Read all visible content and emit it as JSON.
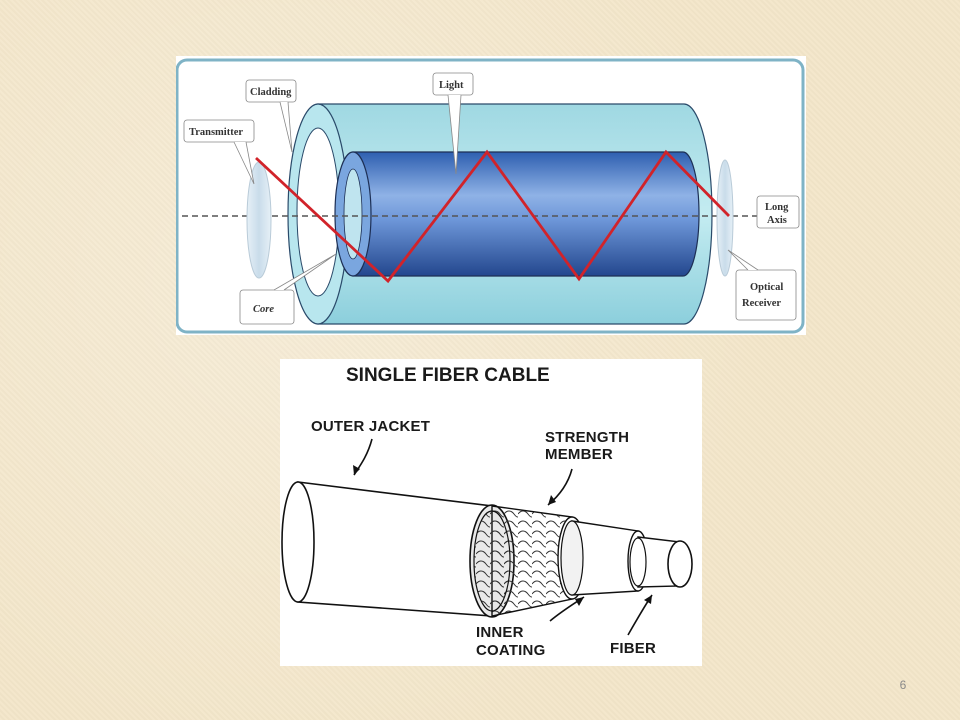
{
  "fiber_diagram": {
    "labels": {
      "cladding": "Cladding",
      "transmitter": "Transmitter",
      "light": "Light",
      "long_axis_line1": "Long",
      "long_axis_line2": "Axis",
      "core": "Core",
      "optical_receiver_line1": "Optical",
      "optical_receiver_line2": "Receiver"
    },
    "colors": {
      "cladding": "#a9dde6",
      "core": "#4f7fc9",
      "light_ray": "#d1232a",
      "frame": "#7fb3c6"
    }
  },
  "cable_diagram": {
    "title": "SINGLE FIBER CABLE",
    "labels": {
      "outer_jacket": "OUTER JACKET",
      "strength_member_line1": "STRENGTH",
      "strength_member_line2": "MEMBER",
      "inner_coating_line1": "INNER",
      "inner_coating_line2": "COATING",
      "fiber": "FIBER"
    }
  },
  "slide": {
    "page_number": "6"
  }
}
